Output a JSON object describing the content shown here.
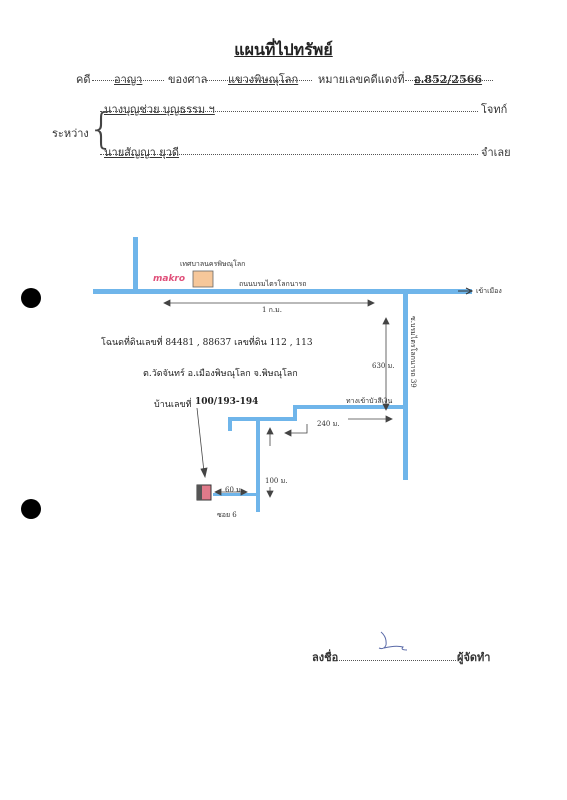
{
  "header": {
    "title": "แผนที่ไปทรัพย์",
    "case_label": "คดี",
    "case_type": "อาญา",
    "court_label": "ของศาล",
    "court": "แขวงพิษณุโลก",
    "case_number_label": "หมายเลขคดีแดงที่",
    "case_number": "อ.852/2566",
    "between_label": "ระหว่าง",
    "plaintiff": "นางบุญช่วย บุญธรรม ฯ",
    "plaintiff_label": "โจทก์",
    "defendant": "นายสัญญา ยุวดี",
    "defendant_label": "จำเลย"
  },
  "map": {
    "office_label": "เทศบาลนครพิษณุโลก",
    "makro_logo": "makro",
    "main_road_label": "ถนนบรมไตรโลกนารถ",
    "to_city_label": "เข้าเมือง",
    "dist_1": "1 ก.ม.",
    "dist_630": "630 ม.",
    "side_road_label": "ซ.บรมไตรโลกนารถ 39",
    "temple_label": "ทางเข้าบัวสีเงิน",
    "dist_240": "240 ม.",
    "dist_100": "100 ม.",
    "dist_60": "60 ม.",
    "soi_label": "ซอย 6",
    "colors": {
      "road": "#6fb5ea",
      "building": "#f6c79a",
      "house": "#e07a8a"
    }
  },
  "property": {
    "deed_line": "โฉนดที่ดินเลขที่ 84481 , 88637 เลขที่ดิน 112 , 113",
    "location_line": "ต.วัดจันทร์ อ.เมืองพิษณุโลก จ.พิษณุโลก",
    "house_label": "บ้านเลขที่",
    "house_number": "100/193-194"
  },
  "footer": {
    "sign_label": "ลงชื่อ",
    "role_label": "ผู้จัดทำ"
  }
}
